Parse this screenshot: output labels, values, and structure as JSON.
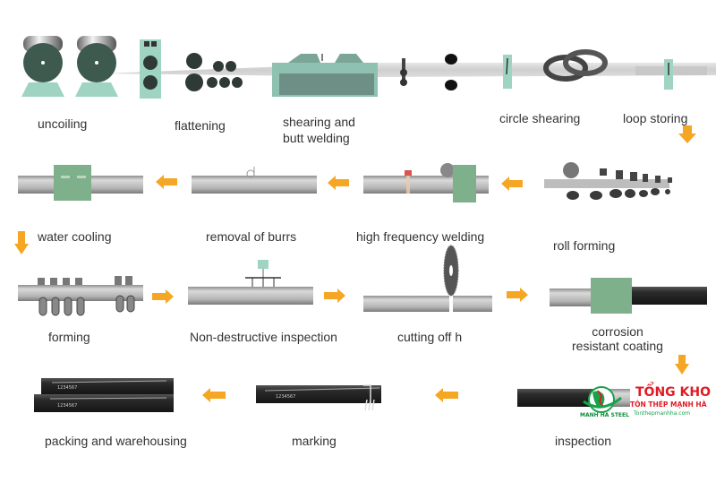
{
  "title": "Steel pipe production process",
  "colors": {
    "arrow": "#f5a623",
    "machine_green": "#9fd4c3",
    "box_green": "#7fb08c",
    "roll_dark": "#3e4f48",
    "pipe_silver": "#b8b8b8",
    "pipe_black": "#2a2a2a",
    "logo_red": "#e01b24",
    "logo_green": "#17a34a"
  },
  "steps": [
    {
      "id": "uncoiling",
      "label": "uncoiling",
      "row": 1
    },
    {
      "id": "flattening",
      "label": "flattening",
      "row": 1
    },
    {
      "id": "shearing",
      "label_line1": "shearing and",
      "label_line2": "butt welding",
      "row": 1
    },
    {
      "id": "circle-shearing",
      "label": "circle shearing",
      "row": 1
    },
    {
      "id": "loop-storing",
      "label": "loop storing",
      "row": 1
    },
    {
      "id": "roll-forming",
      "label": "roll forming",
      "row": 2
    },
    {
      "id": "hf-welding",
      "label": "high frequency welding",
      "row": 2
    },
    {
      "id": "removal-burrs",
      "label": "removal of burrs",
      "row": 2
    },
    {
      "id": "water-cooling",
      "label": "water cooling",
      "row": 2
    },
    {
      "id": "forming",
      "label": "forming",
      "row": 3
    },
    {
      "id": "ndt",
      "label": "Non-destructive inspection",
      "row": 3
    },
    {
      "id": "cutting",
      "label": "cutting off h",
      "row": 3
    },
    {
      "id": "coating",
      "label_line1": "corrosion",
      "label_line2": "resistant coating",
      "row": 3
    },
    {
      "id": "inspection",
      "label": "inspection",
      "row": 4
    },
    {
      "id": "marking",
      "label": "marking",
      "row": 4
    },
    {
      "id": "packing",
      "label": "packing and warehousing",
      "row": 4
    }
  ],
  "pipe_marking_text": "1234567",
  "logo": {
    "title": "TỔNG KHO",
    "subtitle": "TÔN THÉP MẠNH HÀ",
    "url": "Tonthepmanhha.com",
    "brand": "MANH HA STEEL"
  }
}
